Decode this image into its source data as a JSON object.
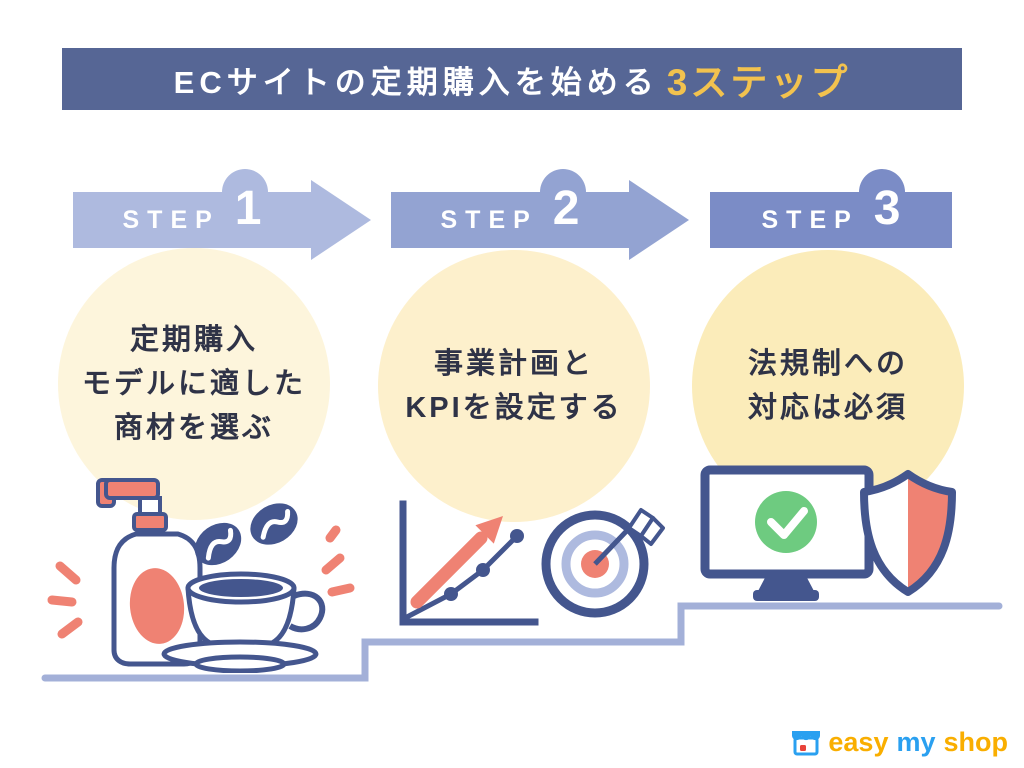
{
  "header": {
    "title_main": "ECサイトの定期購入を始める",
    "title_accent": "3ステップ"
  },
  "steps": [
    {
      "label": "STEP",
      "number": "1",
      "lines": [
        "定期購入",
        "モデルに適した",
        "商材を選ぶ"
      ],
      "arrow_color": "#aebadf",
      "circle_color": "#fdf5dc"
    },
    {
      "label": "STEP",
      "number": "2",
      "lines": [
        "事業計画と",
        "KPIを設定する"
      ],
      "arrow_color": "#93a3d2",
      "circle_color": "#fdf0cc"
    },
    {
      "label": "STEP",
      "number": "3",
      "lines": [
        "法規制への",
        "対応は必須"
      ],
      "arrow_color": "#7b8cc6",
      "circle_color": "#fbecba"
    }
  ],
  "illustrations": {
    "step1": [
      "pump-bottle-icon",
      "coffee-beans-icon",
      "coffee-cup-icon",
      "sparkle-marks"
    ],
    "step2": [
      "growth-chart-icon",
      "rising-arrow-icon",
      "target-dart-icon"
    ],
    "step3": [
      "monitor-check-icon",
      "shield-icon"
    ]
  },
  "footer": {
    "brand_words": [
      {
        "text": "easy",
        "color": "#f9ae00"
      },
      {
        "text": "my",
        "color": "#2aa0f0"
      },
      {
        "text": "shop",
        "color": "#f9ae00"
      }
    ]
  },
  "colors": {
    "banner_bg": "#566695",
    "banner_accent": "#f2c24e",
    "step1_arrow": "#aebadf",
    "step2_arrow": "#93a3d2",
    "step3_arrow": "#7b8cc6",
    "circle1_bg": "#fdf5dc",
    "circle2_bg": "#fdf0cc",
    "circle3_bg": "#fbecba",
    "outline_navy": "#44568e",
    "coral": "#ef8273",
    "check_green": "#6ecb80",
    "stair_line": "#a3b0d8",
    "logo_orange": "#f9ae00",
    "logo_blue": "#2aa0f0",
    "text_dark": "#2f3347"
  }
}
